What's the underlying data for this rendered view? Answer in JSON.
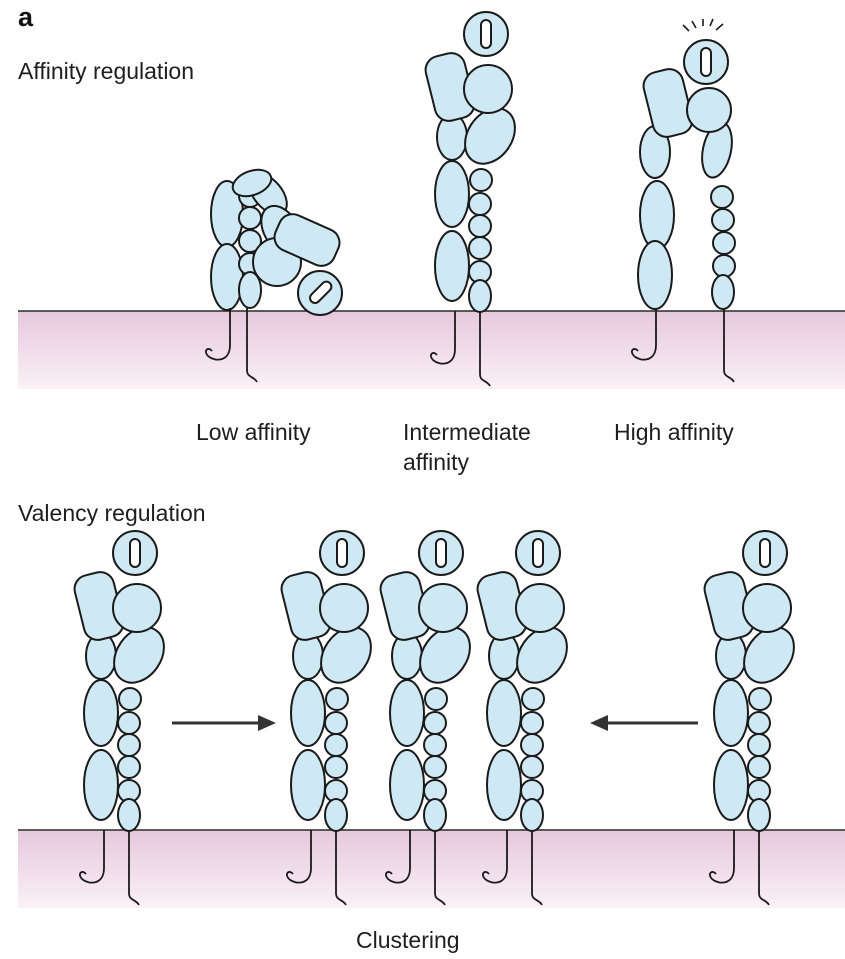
{
  "panel_letter": "a",
  "affinity": {
    "heading": "Affinity regulation",
    "states": [
      {
        "label_lines": [
          "Low affinity"
        ]
      },
      {
        "label_lines": [
          "Intermediate",
          "affinity"
        ]
      },
      {
        "label_lines": [
          "High affinity"
        ]
      }
    ]
  },
  "valency": {
    "heading": "Valency regulation",
    "caption": "Clustering"
  },
  "colors": {
    "domain_fill": "#cfe9f4",
    "outline": "#1a1a1a",
    "membrane_top": "#e6c8dc",
    "membrane_bottom": "#faf1f6"
  }
}
